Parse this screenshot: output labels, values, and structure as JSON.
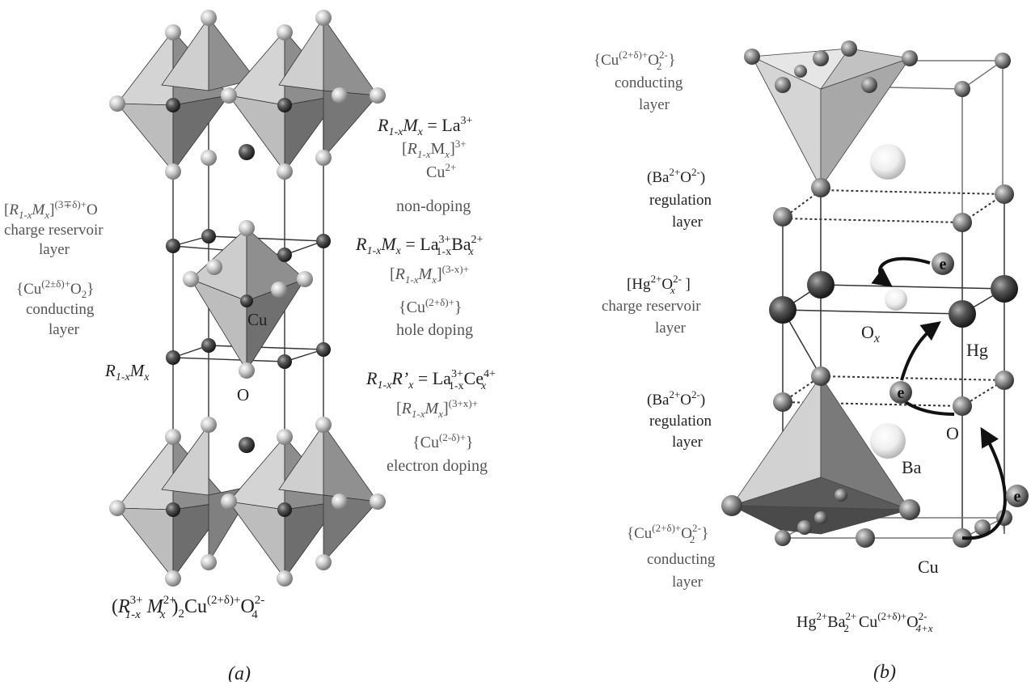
{
  "panel_a": {
    "caption": "(a)",
    "formula": {
      "p1": "(",
      "R": "R",
      "s1": "3+",
      "u1": "1-x",
      "M": "M",
      "s2": "2+",
      "u2": "x",
      "p2": ")",
      "u3": "2",
      "cu": "Cu",
      "s3": "(2+δ)+",
      "o": "O",
      "s4": "2-",
      "u4": "4"
    },
    "left_labels": {
      "reservoir": {
        "br": "[",
        "r": "R",
        "ru": "1-x",
        "m": "M",
        "mu": "x",
        "close": "]",
        "sup": "(3∓δ)+",
        "o": "O",
        "line2": "charge reservoir",
        "line3": "layer"
      },
      "conducting": {
        "line1": "{Cu",
        "sup": "(2±δ)+",
        "o": "O",
        "osub": "2",
        "close": "}",
        "line2": "conducting",
        "line3": "layer"
      },
      "rm": {
        "r": "R",
        "ru": "1-x",
        "m": "M",
        "mu": "x"
      }
    },
    "atom_labels": {
      "cu": "Cu",
      "o": "O"
    },
    "right_text": {
      "nondoping": {
        "eq": "= La",
        "la_sup": "3+",
        "cat": "[",
        "cat_r": "R",
        "cat_rs": "1-x",
        "cat_m": "M",
        "cat_ms": "x",
        "cat_close": "]",
        "cat_sup": "3+",
        "cu": "Cu",
        "cu_sup": "2+",
        "name": "non-doping"
      },
      "hole": {
        "eq": "= La",
        "la_sup": "3+",
        "la_sub": "1-x",
        "ba": "Ba",
        "ba_sup": "2+",
        "ba_sub": "x",
        "cat_sup": "(3-x)+",
        "cu": "{Cu",
        "cu_sup": "(2+δ)+",
        "cu_close": "}",
        "name": "hole doping"
      },
      "electron": {
        "rprime": "R’",
        "eq": "= La",
        "la_sup": "3+",
        "la_sub": "1-x",
        "ce": "Ce",
        "ce_sup": "4+",
        "ce_sub": "x",
        "cat_sup": "(3+x)+",
        "cu": "{Cu",
        "cu_sup": "(2-δ)+",
        "cu_close": "}",
        "name": "electron doping"
      }
    }
  },
  "panel_b": {
    "caption": "(b)",
    "formula": {
      "hg": "Hg",
      "hg_sup": "2+",
      "ba": "Ba",
      "ba_sup": "2+",
      "ba_sub": "2",
      "cu": "Cu",
      "cu_sup": "(2+δ)+",
      "o": "O",
      "o_sup": "2-",
      "o_sub": "4+x"
    },
    "labels": {
      "top_conducting": {
        "l1": "{Cu",
        "sup1": "(2+δ)+",
        "o": "O",
        "osup": "2-",
        "osub": "2",
        "close": "}",
        "l2": "conducting",
        "l3": "layer"
      },
      "reg_upper": {
        "l1": "(Ba",
        "sup1": "2+",
        "o": "O",
        "osup": "2-",
        "close": ")",
        "l2": "regulation",
        "l3": "layer"
      },
      "reservoir": {
        "l1": "[Hg",
        "sup1": "2+",
        "o": "O",
        "osup": "2-",
        "osub": "x",
        "close": " ]",
        "l2": "charge reservoir",
        "l3": "layer"
      },
      "reg_lower": {
        "l1": "(Ba",
        "sup1": "2+",
        "o": "O",
        "osup": "2-",
        "close": ")",
        "l2": "regulation",
        "l3": "layer"
      },
      "bottom_conducting": {
        "l1": "{Cu",
        "sup1": "(2+δ)+",
        "o": "O",
        "osup": "2-",
        "osub": "2",
        "close": "}",
        "l2": "conducting",
        "l3": "layer"
      }
    },
    "atom_labels": {
      "ox": "O",
      "ox_sub": "x",
      "hg": "Hg",
      "o": "O",
      "ba": "Ba",
      "cu": "Cu"
    },
    "electron_symbol": "e"
  },
  "colors": {
    "octa_light": "#d2d2d2",
    "octa_mid": "#9a9a9a",
    "octa_dark": "#6a6a6a",
    "atom_dark": "#3a3a3a",
    "atom_light": "#c8c8c8",
    "text_grey": "#555555"
  }
}
